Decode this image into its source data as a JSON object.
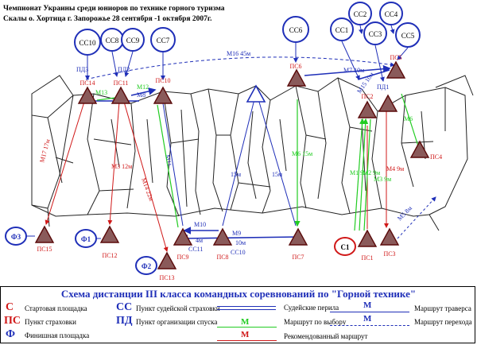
{
  "header": {
    "line1": "Чемпионат Украины среди юниоров по технике горного туризма",
    "line2": "Скалы о. Хортица г. Запорожье 28 сентября -1 октября 2007г."
  },
  "colors": {
    "red": "#d01818",
    "blue": "#1f2fb8",
    "green": "#22cc22",
    "triangle": "#7a1a1a"
  },
  "judge_posts": [
    "СС10",
    "СС8",
    "СС9",
    "СС7",
    "СС6",
    "СС1",
    "СС2",
    "СС3",
    "СС4",
    "СС5"
  ],
  "descent_labels": [
    "ПД3",
    "ПД2",
    "ПД1"
  ],
  "points": [
    "ПС14",
    "ПС11",
    "ПС10",
    "ПС6",
    "ПС5",
    "ПС2",
    "ПС4",
    "ПС15",
    "ПС12",
    "ПС13",
    "ПС9",
    "ПС8",
    "ПС7",
    "ПС1",
    "ПС3"
  ],
  "finish_labels": [
    "Ф3",
    "Ф1",
    "Ф2"
  ],
  "start_label": "С1",
  "stage_labels": [
    "М16 45м",
    "М7 10м",
    "М15 10м",
    "М13",
    "М12",
    "М8",
    "М9",
    "М10",
    "4м",
    "10м",
    "СС11",
    "СС10"
  ],
  "route_labels": [
    "М17 17м",
    "М3 12м",
    "М14 22м",
    "М11",
    "15м",
    "15м",
    "М6 15м",
    "М1 9м",
    "М2 9м",
    "М3 9м",
    "М4 9м",
    "М5 8м",
    "М6"
  ],
  "legend": {
    "title": "Схема дистанции III класса командных соревнований по \"Горной технике\"",
    "c_symbol": "С",
    "c_text": "Стартовая площадка",
    "ps_symbol": "ПС",
    "ps_text": "Пункт страховки",
    "f_symbol": "Ф",
    "f_text": "Финишная площадка",
    "cc_symbol": "СС",
    "cc_text": "Пункт судейской страховки",
    "pd_symbol": "ПД",
    "pd_text": "Пункт организации спуска",
    "judge_rope_text": "Судейские перила",
    "choice_text": "Маршрут по выбору",
    "recommended_text": "Рекомендованный маршрут",
    "traverse_text": "Маршрут траверса",
    "crossing_text": "Маршрут перехода",
    "m_letter": "М"
  }
}
